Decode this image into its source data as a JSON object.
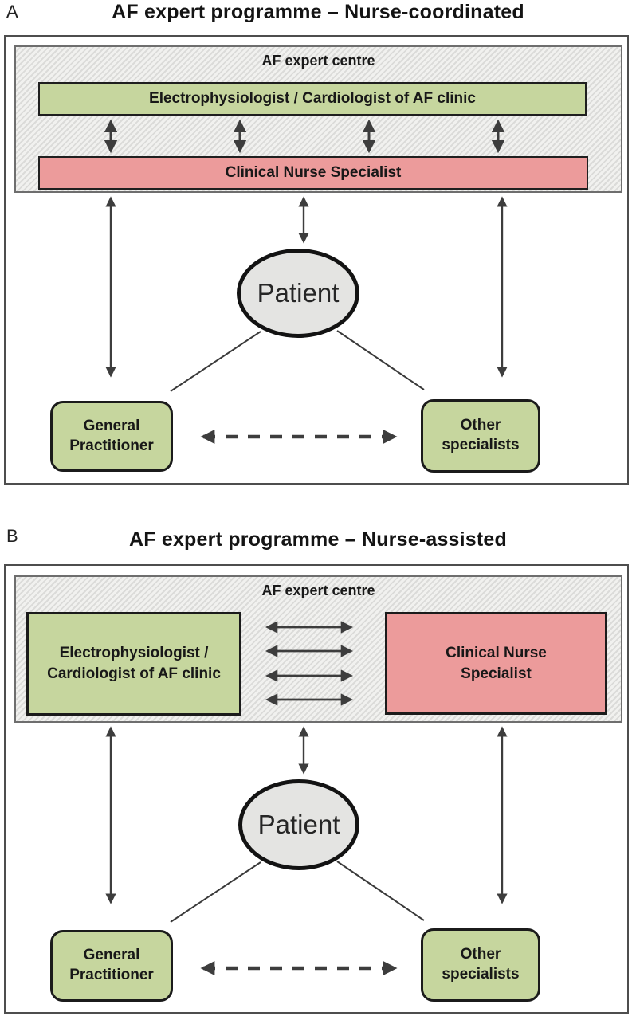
{
  "colors": {
    "box_green": "#c6d69e",
    "box_red": "#ec9b9b",
    "hatch_background": "#f1f1ef",
    "hatch_stripe": "#dbdbd9",
    "patient_fill": "#e4e4e2",
    "arrow": "#3d3d3d",
    "border_dark": "#1b1b1b"
  },
  "panels": [
    {
      "label": "A",
      "title": "AF expert programme – Nurse-coordinated",
      "centre_label": "AF expert centre",
      "ep_label": "Electrophysiologist / Cardiologist of AF clinic",
      "nurse_label": "Clinical Nurse Specialist",
      "patient_label": "Patient",
      "gp_label": "General\nPractitioner",
      "other_label": "Other\nspecialists"
    },
    {
      "label": "B",
      "title": "AF expert programme – Nurse-assisted",
      "centre_label": "AF expert centre",
      "ep_label": "Electrophysiologist /\nCardiologist of AF clinic",
      "nurse_label": "Clinical Nurse\nSpecialist",
      "patient_label": "Patient",
      "gp_label": "General\nPractitioner",
      "other_label": "Other\nspecialists"
    }
  ]
}
